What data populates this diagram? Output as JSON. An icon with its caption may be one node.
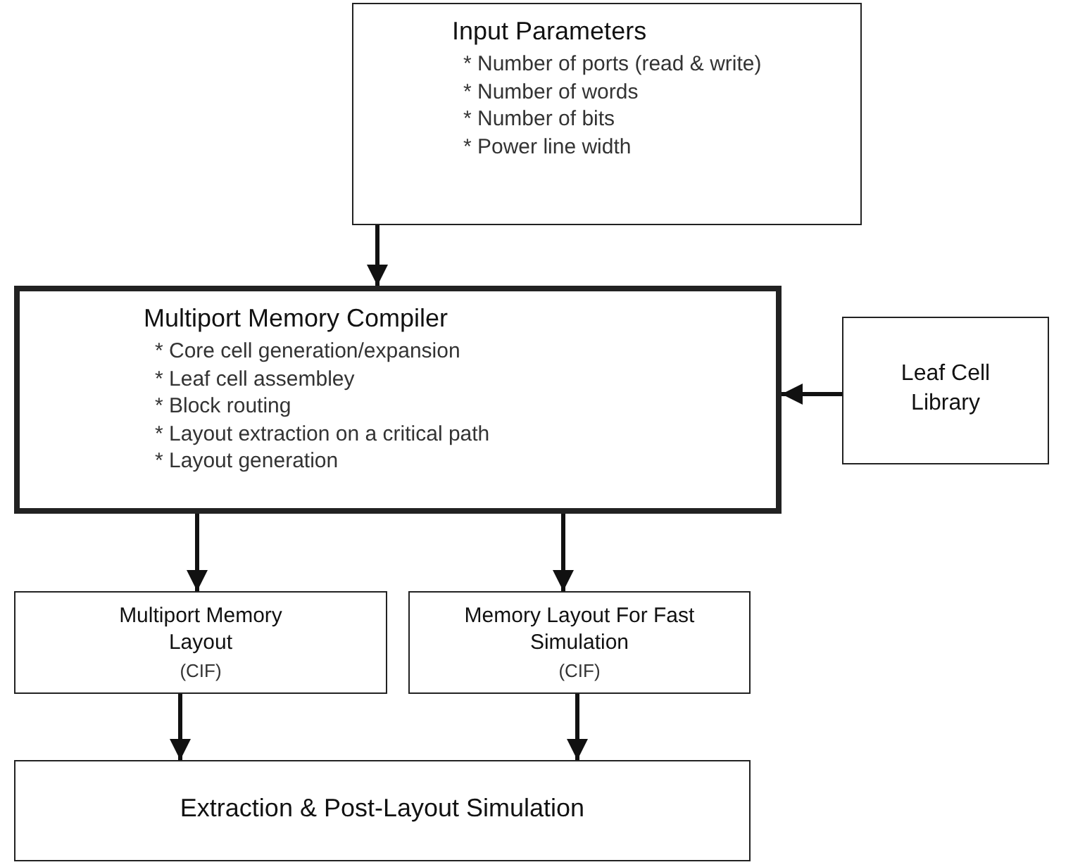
{
  "diagram": {
    "nodes": [
      {
        "text": [
          "Input Parameters",
          "* Number of ports (read & write)",
          "* Number of words",
          "* Number of bits",
          "* Power line width"
        ]
      },
      {
        "text": [
          "Multiport Memory Compiler",
          "* Core cell generation/expansion",
          "* Leaf cell assembley",
          "* Block routing",
          "* Layout extraction on a critical path",
          "* Layout generation"
        ]
      },
      {
        "text": [
          "Leaf Cell Library"
        ]
      },
      {
        "text": [
          "Multiport Memory Layout",
          "(CIF)"
        ]
      },
      {
        "text": [
          "Memory Layout For Fast Simulation",
          "(CIF)"
        ]
      },
      {
        "text": [
          "Extraction & Post-Layout Simulation"
        ]
      }
    ],
    "edges": [
      {
        "from": 0,
        "to": 1,
        "arrow": "to"
      },
      {
        "from": 2,
        "to": 1,
        "arrow": "to"
      },
      {
        "from": 1,
        "to": 3,
        "arrow": "to"
      },
      {
        "from": 1,
        "to": 4,
        "arrow": "to"
      },
      {
        "from": 3,
        "to": 5,
        "arrow": "to"
      },
      {
        "from": 4,
        "to": 5,
        "arrow": "to"
      }
    ]
  }
}
